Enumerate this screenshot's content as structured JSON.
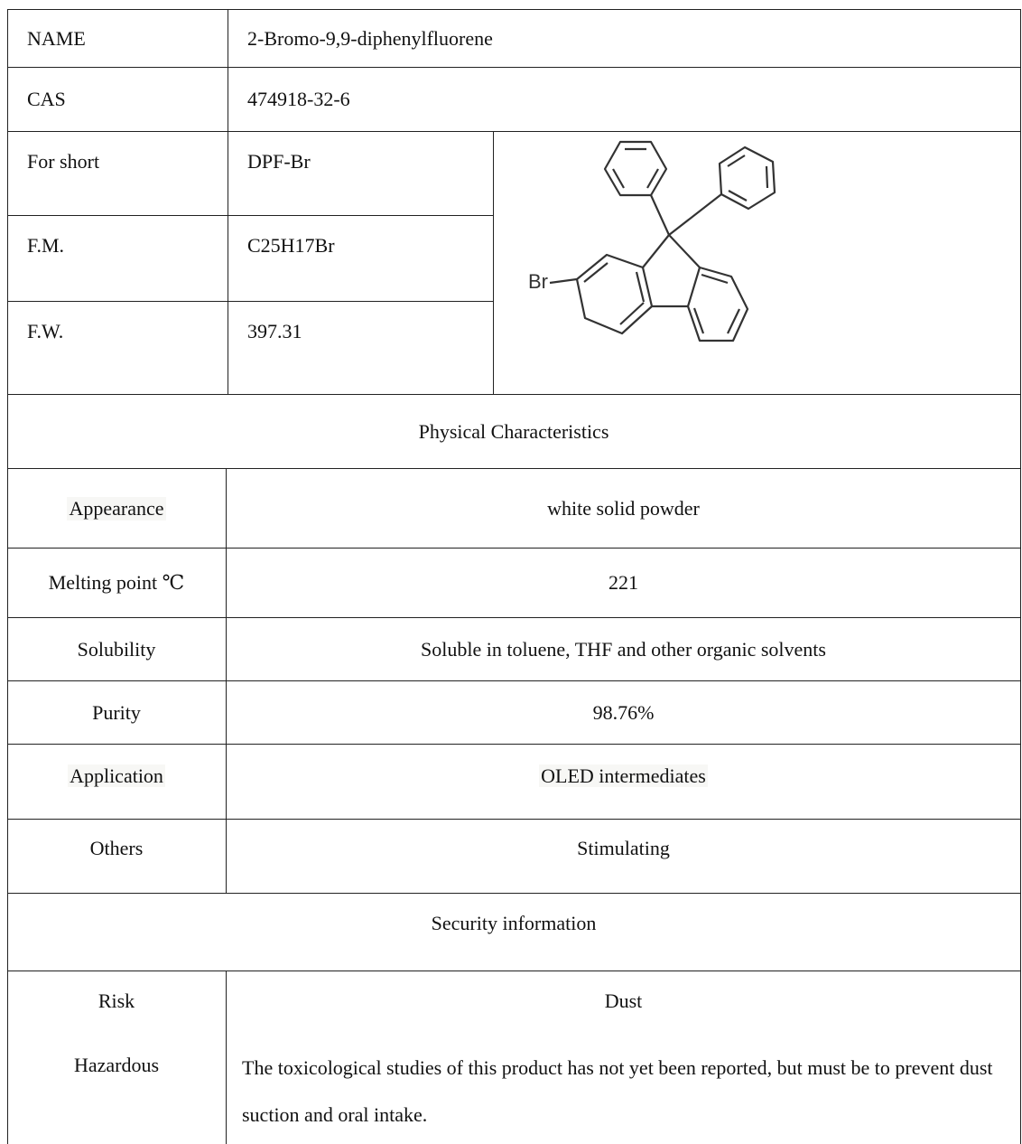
{
  "identity": {
    "name_label": "NAME",
    "name_value": "2-Bromo-9,9-diphenylfluorene",
    "cas_label": "CAS",
    "cas_value": "474918-32-6",
    "short_label": "For short",
    "short_value": "DPF-Br",
    "fm_label": "F.M.",
    "fm_value": "C25H17Br",
    "fw_label": "F.W.",
    "fw_value": "397.31"
  },
  "structure": {
    "atom_label": "Br"
  },
  "physical": {
    "heading": "Physical Characteristics",
    "rows": [
      {
        "label": "Appearance",
        "value": "white solid powder"
      },
      {
        "label": "Melting point ℃",
        "value": "221"
      },
      {
        "label": "Solubility",
        "value": "Soluble in toluene, THF and other organic solvents"
      },
      {
        "label": "Purity",
        "value": "98.76%"
      },
      {
        "label": "Application",
        "value": "OLED intermediates"
      },
      {
        "label": "Others",
        "value": "Stimulating"
      }
    ]
  },
  "security": {
    "heading": "Security information",
    "rows": [
      {
        "label": "Risk",
        "value": "Dust"
      },
      {
        "label": "Hazardous",
        "value": "The toxicological studies of this product has not yet been reported, but must be to prevent dust suction and oral intake."
      }
    ]
  }
}
